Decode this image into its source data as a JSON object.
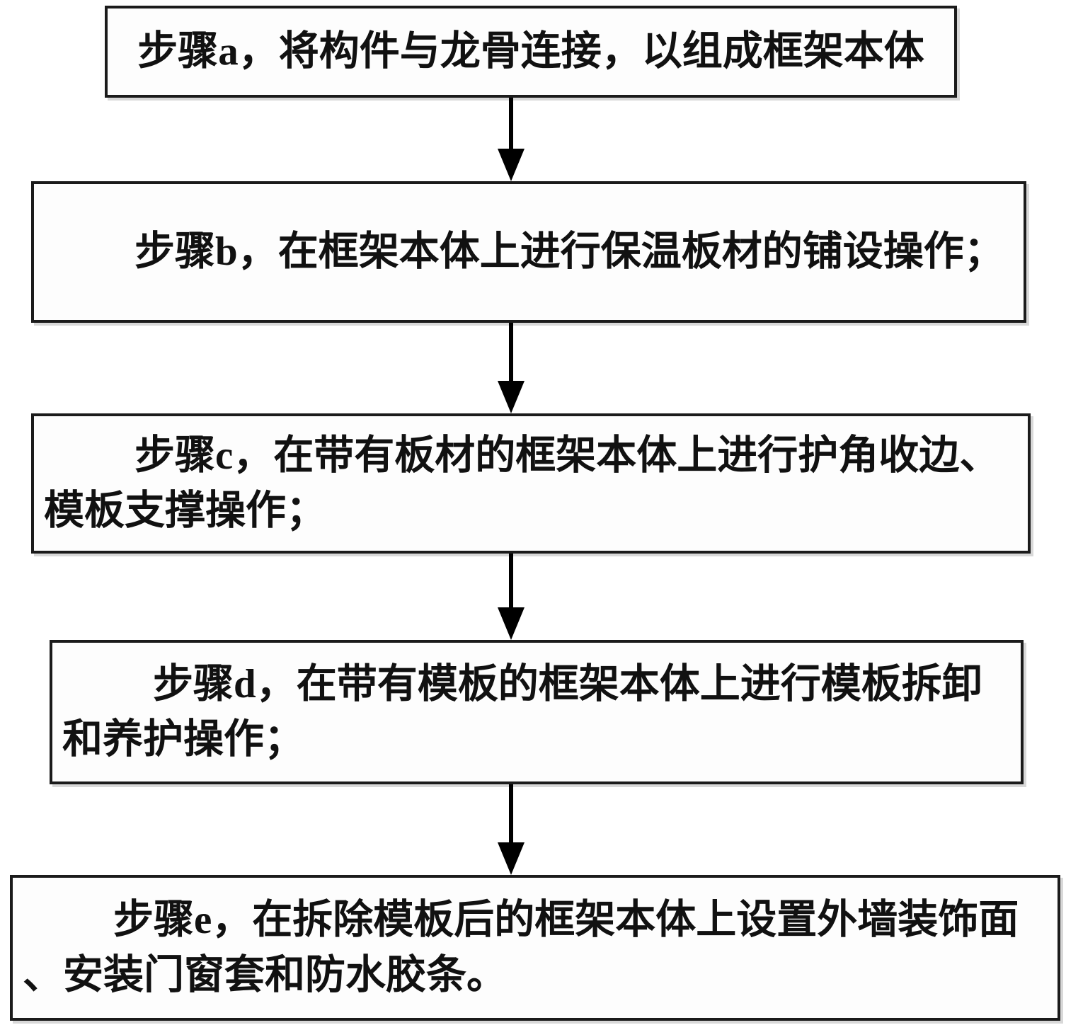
{
  "flowchart": {
    "colors": {
      "background": "#ffffff",
      "box_border": "#1b1b1b",
      "arrow": "#000000",
      "text": "#111111"
    },
    "steps": [
      {
        "id": "a",
        "line1": "步骤a，将构件与龙骨连接，以组成框架本体",
        "line2": ""
      },
      {
        "id": "b",
        "line1": "步骤b，在框架本体上进行保温板材的铺设操作；",
        "line2": ""
      },
      {
        "id": "c",
        "line1": "步骤c，在带有板材的框架本体上进行护角收边、",
        "line2": "模板支撑操作；"
      },
      {
        "id": "d",
        "line1": "步骤d，在带有模板的框架本体上进行模板拆卸",
        "line2": "和养护操作；"
      },
      {
        "id": "e",
        "line1": "步骤e，在拆除模板后的框架本体上设置外墙装饰面",
        "line2": "、安装门窗套和防水胶条。"
      }
    ]
  }
}
